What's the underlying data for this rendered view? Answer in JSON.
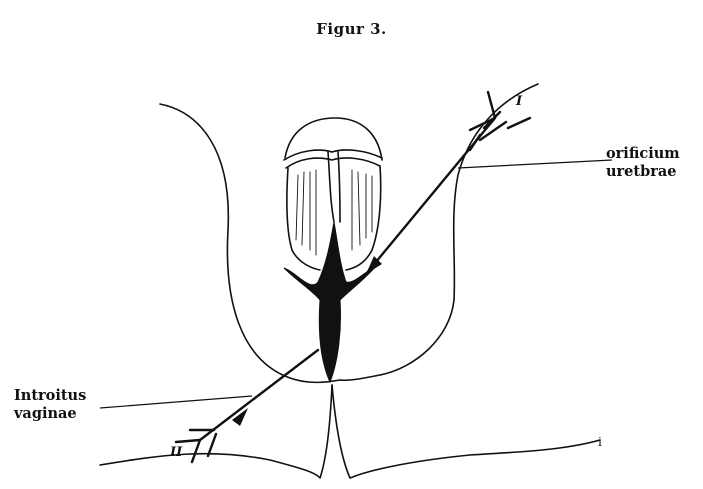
{
  "figure": {
    "title": "Figur 3.",
    "labels": {
      "orificium_line1": "orificium",
      "orificium_line2": "uretbrae",
      "introitus_line1": "Introitus",
      "introitus_line2": "vaginae"
    },
    "arrow_marks": {
      "arrow_one": "I",
      "arrow_two": "II"
    },
    "colors": {
      "ink": "#111111",
      "background": "#ffffff"
    }
  }
}
